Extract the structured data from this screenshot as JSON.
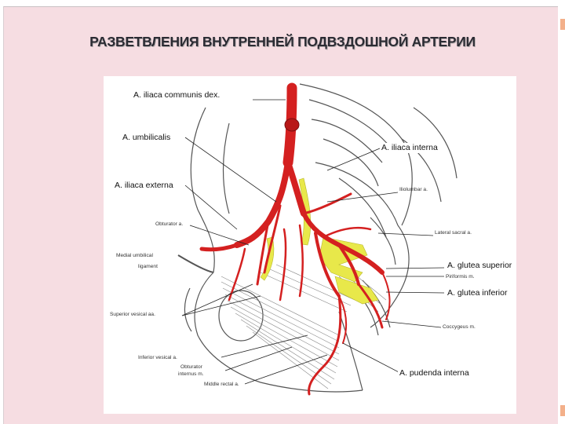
{
  "slide": {
    "title": "РАЗВЕТВЛЕНИЯ ВНУТРЕННЕЙ ПОДВЗДОШНОЙ АРТЕРИИ",
    "accent_color": "#f3b08a",
    "background_color": "#f6dde2"
  },
  "figure": {
    "colors": {
      "artery": "#d42020",
      "nerve": "#e8e84a",
      "outline": "#555555"
    },
    "main_labels": {
      "iliaca_communis": "A. iliaca communis dex.",
      "umbilicalis": "A. umbilicalis",
      "iliaca_interna": "A. iliaca interna",
      "iliaca_externa": "A. iliaca externa",
      "glutea_superior": "A. glutea superior",
      "glutea_inferior": "A. glutea inferior",
      "pudenda_interna": "A. pudenda interna"
    },
    "small_labels": {
      "iliolumbar": "Iliolumbar a.",
      "obturator": "Obturator a.",
      "lateral_sacral": "Lateral sacral a.",
      "medial_umbilical": "Medial umbilical",
      "ligament": "ligament",
      "piriformis": "Piriformis m.",
      "superior_vesical": "Superior vesical aa.",
      "coccygeus": "Coccygeus m.",
      "inferior_vesical": "Inferior vesical a.",
      "obturator_internus_1": "Obturator",
      "obturator_internus_2": "internus m.",
      "middle_rectal": "Middle rectal a."
    }
  }
}
